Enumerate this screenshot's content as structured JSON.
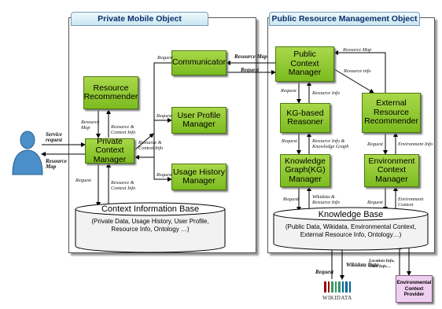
{
  "panels": {
    "private_title": "Private Mobile Object",
    "public_title": "Public Resource Management Object"
  },
  "boxes": {
    "resource_recommender": "Resource\nRecommender",
    "communicator": "Communicator",
    "user_profile_manager": "User Profile\nManager",
    "private_context_manager": "Private Context\nManager",
    "usage_history_manager": "Usage History\nManager",
    "public_context_manager": "Public\nContext\nManager",
    "kg_reasoner": "KG-based\nReasoner",
    "knowledge_graph_manager": "Knowledge\nGraph(KG)\nManager",
    "external_resource_recommender": "External\nResource\nRecommender",
    "environment_context_manager": "Environment\nContext\nManager"
  },
  "databases": {
    "context_info_base": {
      "title": "Context Information Base",
      "subtitle": "(Private Data, Usage History, User Profile,\nResource Info, Ontology …)"
    },
    "knowledge_base": {
      "title": "Knowledge Base",
      "subtitle": "(Public Data, Wikidata, Environmental Context,\nExternal Resource Info, Ontology…)"
    }
  },
  "external": {
    "env_provider": "Environmental\nContext\nProvider",
    "wikidata_logo": "WIKIDATA"
  },
  "labels": {
    "service_request": "Service\nrequest",
    "resource_map_user": "Resource\nMap",
    "request_comm_top": "Request",
    "request_comm_upm": "Request",
    "request_comm_uhm": "Request",
    "rr_resource_map": "Resource\nMap",
    "rr_resource_context_info": "Resource &\nContext Info",
    "pcm_resource_context_info": "Resource &\nContext Info",
    "pcm_db_request": "Request",
    "pcm_db_resource_context_info": "Resource &\nContext Info",
    "link_resource_map": "Resource Map",
    "link_request": "Request",
    "pub_resource_map": "Resource Map",
    "pub_resource_info": "Resource info",
    "pcm2_request": "Request",
    "pcm2_resource_info": "Resource Info",
    "kgr_request": "Request",
    "kgr_resource_info_kg": "Resource Info &\nKnowledge Graph",
    "kgm_request": "Request",
    "kgm_wikidata_resource_info": "Wikidata &\nResource Info",
    "erm_request": "Request",
    "erm_environment_info": "Environment Info",
    "ecm_request": "Request",
    "ecm_environment_context": "Environment\nContext",
    "wiki_request": "Request",
    "wikidata_data": "Wikidata Data",
    "location_info": "Location Info,\nTime Info…"
  }
}
